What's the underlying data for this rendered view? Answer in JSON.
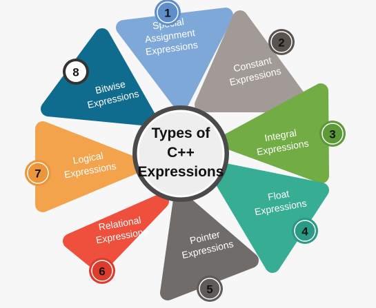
{
  "center": {
    "title_lines": [
      "Types of",
      "C++",
      "Expressions"
    ]
  },
  "colors": {
    "hub_ring": "#4a4a4a",
    "hub_fill": "#eeeeee",
    "badge_fill": "#3a3a3a"
  },
  "items": [
    {
      "number": "1",
      "label_lines": [
        "Special",
        "Assignment",
        "Expressions"
      ],
      "color": "#7ea8d8",
      "badge_color": "#5f8fcb"
    },
    {
      "number": "2",
      "label_lines": [
        "Constant",
        "Expressions"
      ],
      "color": "#a19a97",
      "badge_color": "#5a5451"
    },
    {
      "number": "3",
      "label_lines": [
        "Integral",
        "Expressions"
      ],
      "color": "#72ac44",
      "badge_color": "#5b9a36"
    },
    {
      "number": "4",
      "label_lines": [
        "Float",
        "Expressions"
      ],
      "color": "#37ad94",
      "badge_color": "#2b9a84"
    },
    {
      "number": "5",
      "label_lines": [
        "Pointer",
        "Expressions"
      ],
      "color": "#6f6c6a",
      "badge_color": "#5e5b59"
    },
    {
      "number": "6",
      "label_lines": [
        "Relational",
        "Expressions"
      ],
      "color": "#ef4f3d",
      "badge_color": "#dd3c2c"
    },
    {
      "number": "7",
      "label_lines": [
        "Logical",
        "Expressions"
      ],
      "color": "#f2a34b",
      "badge_color": "#ec9639"
    },
    {
      "number": "8",
      "label_lines": [
        "Bitwise",
        "Expressions"
      ],
      "color": "#0f6c8e",
      "badge_color": "#333333"
    }
  ]
}
